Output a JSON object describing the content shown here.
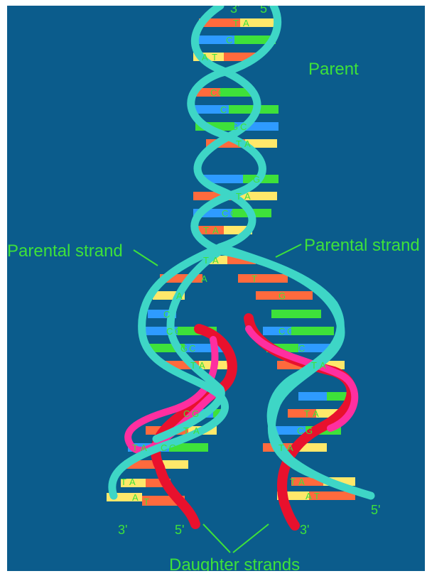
{
  "labels": {
    "parent": "Parent",
    "parental_strand_left": "Parental strand",
    "parental_strand_right": "Parental strand",
    "daughter_strands": "Daughter strands"
  },
  "ends": {
    "top_left": "3'",
    "top_right": "5'",
    "bottom_1": "3'",
    "bottom_2": "5'",
    "bottom_3": "3'",
    "bottom_4": "5'"
  },
  "colors": {
    "background": "#0b5c8c",
    "backbone": "#3ed6c6",
    "daughter_pink": "#ff2fa0",
    "daughter_red": "#e8112d",
    "label": "#3ee13a",
    "base_orange": "#ff6a3d",
    "base_yellow": "#ffe86a",
    "base_blue": "#2e9bff",
    "base_green": "#3ee13a"
  },
  "pairs_top": [
    [
      "T",
      "A"
    ],
    [
      "C",
      "G"
    ],
    [
      "A",
      "T"
    ],
    [
      "C",
      "G"
    ],
    [
      "C",
      "G"
    ],
    [
      "G",
      "C"
    ],
    [
      "T",
      "A"
    ],
    [
      "C",
      "G"
    ],
    [
      "T",
      "A"
    ],
    [
      "C",
      "G"
    ],
    [
      "T",
      "A"
    ]
  ],
  "pairs_left_branch": [
    [
      "T",
      "A"
    ],
    [
      "A",
      ""
    ],
    [
      "C",
      ""
    ],
    [
      "C",
      "G"
    ],
    [
      "G",
      "C"
    ],
    [
      "T",
      "A"
    ],
    [
      "C",
      "G"
    ],
    [
      "T",
      "A"
    ],
    [
      "C",
      "G"
    ],
    [
      "T",
      "A"
    ],
    [
      "T",
      "A"
    ],
    [
      "A",
      "T"
    ]
  ],
  "pairs_right_branch": [
    [
      "A",
      ""
    ],
    [
      "T",
      ""
    ],
    [
      "G",
      ""
    ],
    [
      "C",
      "G"
    ],
    [
      "G",
      "C"
    ],
    [
      "T",
      "A"
    ],
    [
      "C",
      "G"
    ],
    [
      "T",
      "A"
    ],
    [
      "C",
      "G"
    ],
    [
      "T",
      "A"
    ],
    [
      "T",
      "A"
    ],
    [
      "A",
      "T"
    ]
  ]
}
